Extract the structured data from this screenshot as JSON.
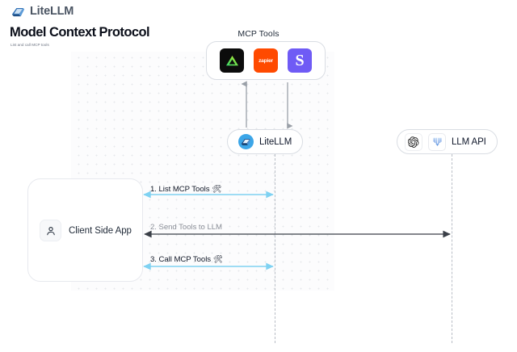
{
  "header": {
    "brand": "LiteLLM",
    "brand_logo_icon": "litellm-logo-icon",
    "title": "Model Context Protocol",
    "subtitle": "List and call MCP tools"
  },
  "diagram": {
    "mcp_group": {
      "title": "MCP Tools",
      "tools": [
        {
          "name": "triangle-tool-icon",
          "label": "",
          "color": "#0c0c0c"
        },
        {
          "name": "zapier-tool-icon",
          "label": "zapier",
          "color": "#ff4a00"
        },
        {
          "name": "s-tool-icon",
          "label": "S",
          "color": "#6f5bf5"
        }
      ]
    },
    "nodes": {
      "litellm": {
        "label": "LiteLLM",
        "icon": "litellm-avatar-icon"
      },
      "llm_api": {
        "label": "LLM API",
        "icons": [
          "openai-icon",
          "anthropic-icon"
        ]
      },
      "client": {
        "label": "Client Side App",
        "icon": "user-icon"
      }
    },
    "messages": [
      {
        "id": 1,
        "label": "1. List MCP Tools",
        "emoji": "🛠",
        "color": "#7fd2f2",
        "direction": "bidirectional"
      },
      {
        "id": 2,
        "label": "2. Send Tools to LLM",
        "emoji": "",
        "color": "#4b5059",
        "direction": "left"
      },
      {
        "id": 3,
        "label": "3. Call MCP Tools",
        "emoji": "🛠",
        "color": "#7fd2f2",
        "direction": "bidirectional"
      }
    ],
    "vertical_links": [
      {
        "name": "mcp-to-litellm-up-arrow",
        "direction": "up"
      },
      {
        "name": "litellm-to-mcp-down-arrow",
        "direction": "down"
      }
    ]
  },
  "colors": {
    "accent_blue": "#7fd2f2",
    "arrow_gray": "#4b5059",
    "canvas_bg": "#fcfcfd",
    "grid_dot": "#e6e8ec",
    "border": "#d9dde3"
  }
}
